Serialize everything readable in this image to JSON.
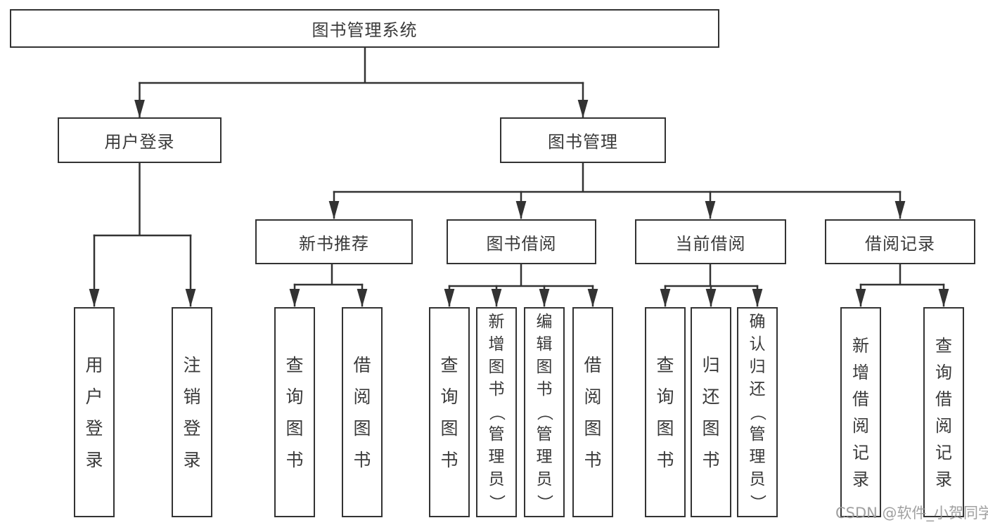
{
  "colors": {
    "line": "#333333",
    "box_border": "#333333",
    "node_text": "#3a3a3a",
    "watermark": "#989898",
    "background": "#ffffff"
  },
  "watermark": {
    "text": "CSDN @软件_小贺同学"
  },
  "diagram": {
    "type": "hierarchy-tree",
    "root": {
      "label": "图书管理系统"
    },
    "branches": [
      {
        "label": "用户登录",
        "children": [
          "用户登录",
          "注销登录"
        ]
      },
      {
        "label": "图书管理",
        "groups": [
          {
            "label": "新书推荐",
            "children": [
              "查询图书",
              "借阅图书"
            ]
          },
          {
            "label": "图书借阅",
            "children": [
              "查询图书",
              "新增图书（管理员）",
              "编辑图书（管理员）",
              "借阅图书"
            ]
          },
          {
            "label": "当前借阅",
            "children": [
              "查询图书",
              "归还图书",
              "确认归还（管理员）"
            ]
          },
          {
            "label": "借阅记录",
            "children": [
              "新增借阅记录",
              "查询借阅记录"
            ]
          }
        ]
      }
    ]
  }
}
